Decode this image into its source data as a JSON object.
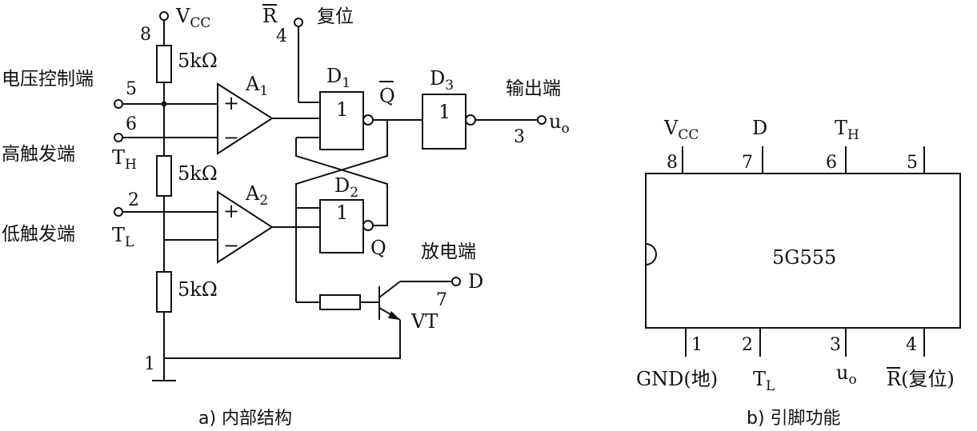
{
  "internal": {
    "caption": "a) 内部结构",
    "vcc": {
      "main": "V",
      "sub": "CC"
    },
    "pin8": "8",
    "pin4": "4",
    "pin5": "5",
    "pin6": "6",
    "pin2": "2",
    "pin3": "3",
    "pin7": "7",
    "pin1": "1",
    "rbar": "R",
    "reset": "复位",
    "voltage_control": "电压控制端",
    "high_trigger": "高触发端",
    "low_trigger": "低触发端",
    "th": {
      "main": "T",
      "sub": "H"
    },
    "tl": {
      "main": "T",
      "sub": "L"
    },
    "r1": "5kΩ",
    "r2": "5kΩ",
    "r3": "5kΩ",
    "a1": {
      "main": "A",
      "sub": "1"
    },
    "a2": {
      "main": "A",
      "sub": "2"
    },
    "plus": "+",
    "minus": "−",
    "d1": {
      "main": "D",
      "sub": "1"
    },
    "d2": {
      "main": "D",
      "sub": "2"
    },
    "d3": {
      "main": "D",
      "sub": "3"
    },
    "gate_one": "1",
    "qbar": "Q",
    "q": "Q",
    "output": "输出端",
    "uo": {
      "main": "u",
      "sub": "o"
    },
    "discharge": "放电端",
    "d": "D",
    "vt": "VT"
  },
  "pinout": {
    "caption": "b) 引脚功能",
    "chip": "5G555",
    "top_pins": [
      {
        "num": "8",
        "label": "V",
        "sub": "CC"
      },
      {
        "num": "7",
        "label": "D",
        "sub": ""
      },
      {
        "num": "6",
        "label": "T",
        "sub": "H"
      },
      {
        "num": "5",
        "label": "",
        "sub": ""
      }
    ],
    "bottom_pins": [
      {
        "num": "1",
        "label": "GND(地)",
        "sub": ""
      },
      {
        "num": "2",
        "label": "T",
        "sub": "L"
      },
      {
        "num": "3",
        "label": "u",
        "sub": "o"
      },
      {
        "num": "4",
        "label": "R",
        "suffix": "(复位)"
      }
    ]
  }
}
